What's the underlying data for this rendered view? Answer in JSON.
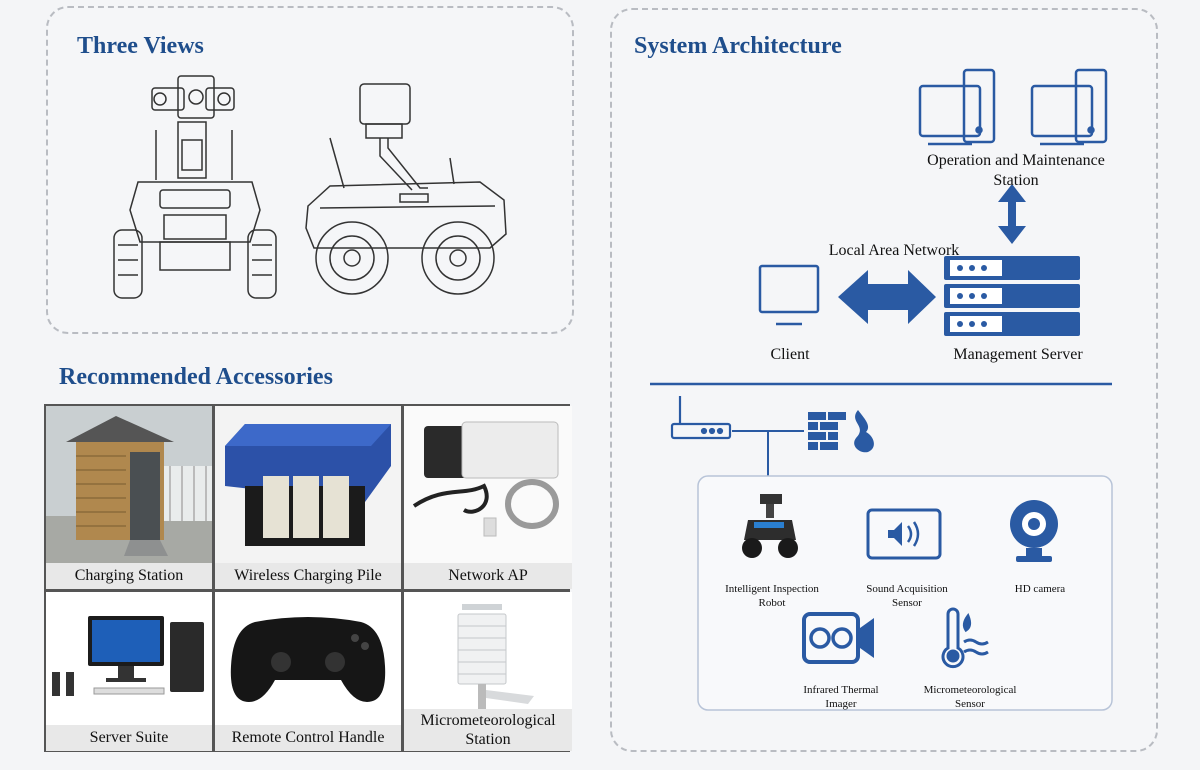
{
  "three_views": {
    "title": "Three Views"
  },
  "accessories": {
    "title": "Recommended Accessories",
    "items": [
      {
        "label": "Charging Station",
        "icon": "charging-station-photo"
      },
      {
        "label": "Wireless Charging Pile",
        "icon": "wireless-charging-pile-photo"
      },
      {
        "label": "Network AP",
        "icon": "network-ap-photo"
      },
      {
        "label": "Server Suite",
        "icon": "server-suite-photo"
      },
      {
        "label": "Remote Control Handle",
        "icon": "gamepad-photo"
      },
      {
        "label": "Micrometeorological Station",
        "icon": "weather-station-photo"
      }
    ]
  },
  "architecture": {
    "title": "System Architecture",
    "om_station": "Operation and Maintenance Station",
    "lan": "Local Area Network",
    "client": "Client",
    "server": "Management Server",
    "devices": [
      {
        "label": "Intelligent Inspection Robot",
        "icon": "robot-icon"
      },
      {
        "label": "Sound Acquisition Sensor",
        "icon": "speaker-icon"
      },
      {
        "label": "HD camera",
        "icon": "webcam-icon"
      },
      {
        "label": "Infrared Thermal Imager",
        "icon": "video-camera-icon"
      },
      {
        "label": "Micrometeorological Sensor",
        "icon": "thermometer-icon"
      }
    ],
    "colors": {
      "accent": "#1f4e8c",
      "icon_blue": "#2a5aa3"
    }
  }
}
